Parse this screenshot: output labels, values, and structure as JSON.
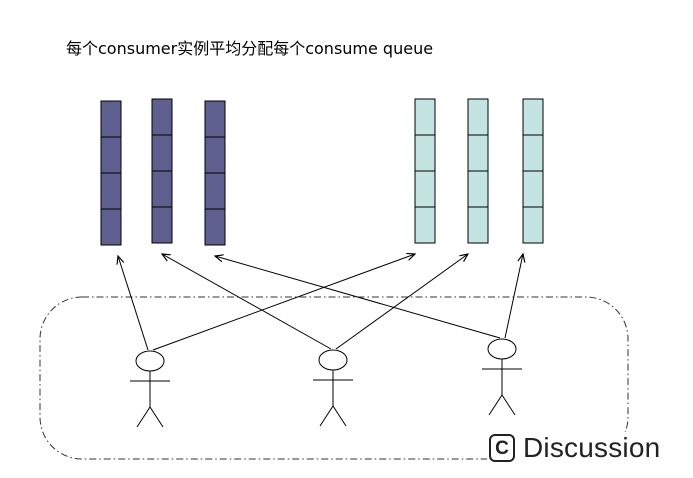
{
  "title": "每个consumer实例平均分配每个consume queue",
  "colors": {
    "left_queue_fill": "#5f5f8f",
    "right_queue_fill": "#c4e4e4",
    "stroke": "#000000",
    "group_border": "#333333"
  },
  "diagram": {
    "queues": [
      {
        "group": "left",
        "cells": 4
      },
      {
        "group": "left",
        "cells": 4
      },
      {
        "group": "left",
        "cells": 4
      },
      {
        "group": "right",
        "cells": 4
      },
      {
        "group": "right",
        "cells": 4
      },
      {
        "group": "right",
        "cells": 4
      }
    ],
    "consumers": [
      {
        "assigned_queues": [
          0,
          3
        ]
      },
      {
        "assigned_queues": [
          1,
          4
        ]
      },
      {
        "assigned_queues": [
          2,
          5
        ]
      }
    ]
  },
  "watermark": {
    "icon": "copyright-c-icon",
    "glyph": "C",
    "text": "Discussion"
  }
}
